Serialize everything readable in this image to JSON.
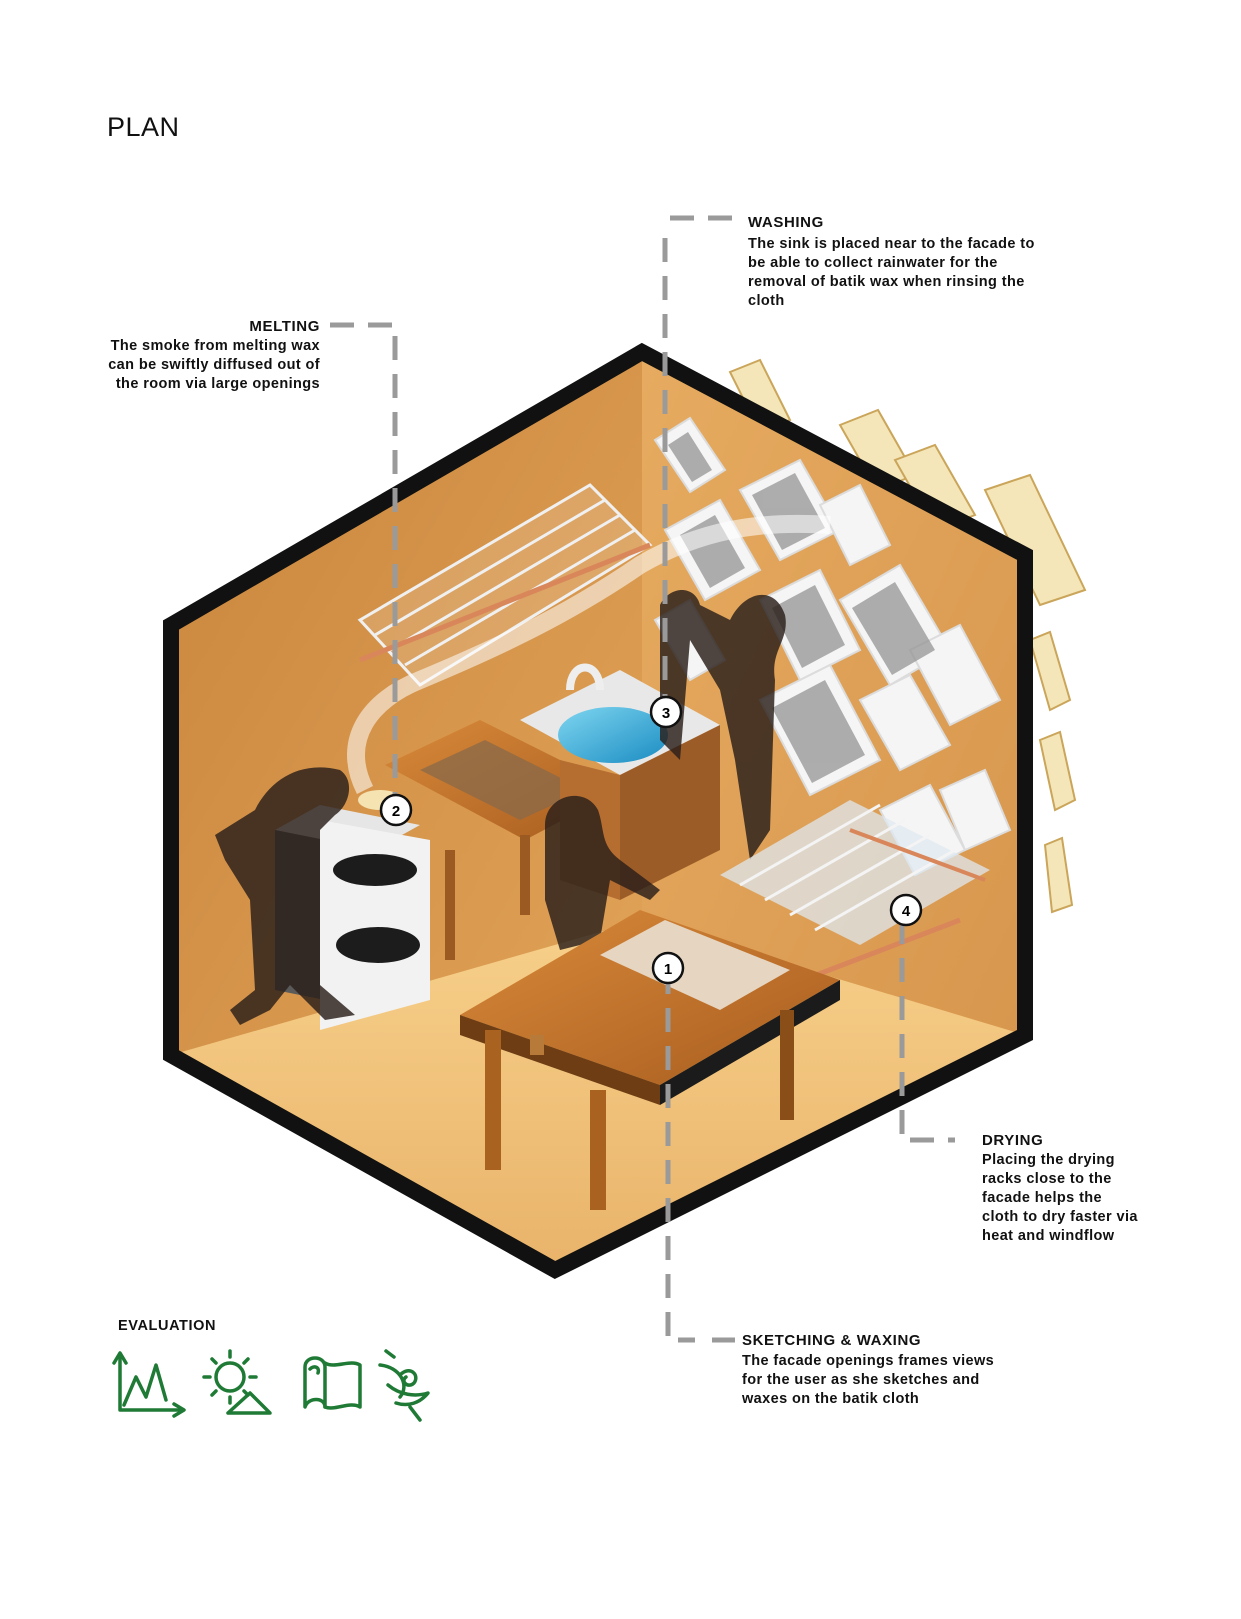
{
  "page": {
    "title": "PLAN"
  },
  "annotations": {
    "washing": {
      "heading": "WASHING",
      "lines": [
        "The sink is placed near to the facade to",
        "be able to collect rainwater for the",
        "removal of batik wax when rinsing the",
        "cloth"
      ]
    },
    "melting": {
      "heading": "MELTING",
      "lines": [
        "The smoke from melting wax",
        "can be swiftly diffused out of",
        "the room via large openings"
      ]
    },
    "drying": {
      "heading": "DRYING",
      "lines": [
        "Placing the drying",
        "racks close to the",
        "facade helps the",
        "cloth to dry faster via",
        "heat and windflow"
      ]
    },
    "sketching": {
      "heading": "SKETCHING & WAXING",
      "lines": [
        "The facade openings frames views",
        "for the user as she sketches and",
        "waxes on the batik cloth"
      ]
    }
  },
  "markers": [
    "1",
    "2",
    "3",
    "4"
  ],
  "evaluation": {
    "title": "EVALUATION",
    "icons": [
      "line-graph-icon",
      "sun-angle-icon",
      "scroll-cloth-icon",
      "wind-swirl-icon"
    ],
    "icon_color": "#1f7a35"
  },
  "colors": {
    "wall": "#d99a4e",
    "floor": "#f2c57c",
    "frame": "#111111",
    "leader": "#9a9a9a"
  }
}
